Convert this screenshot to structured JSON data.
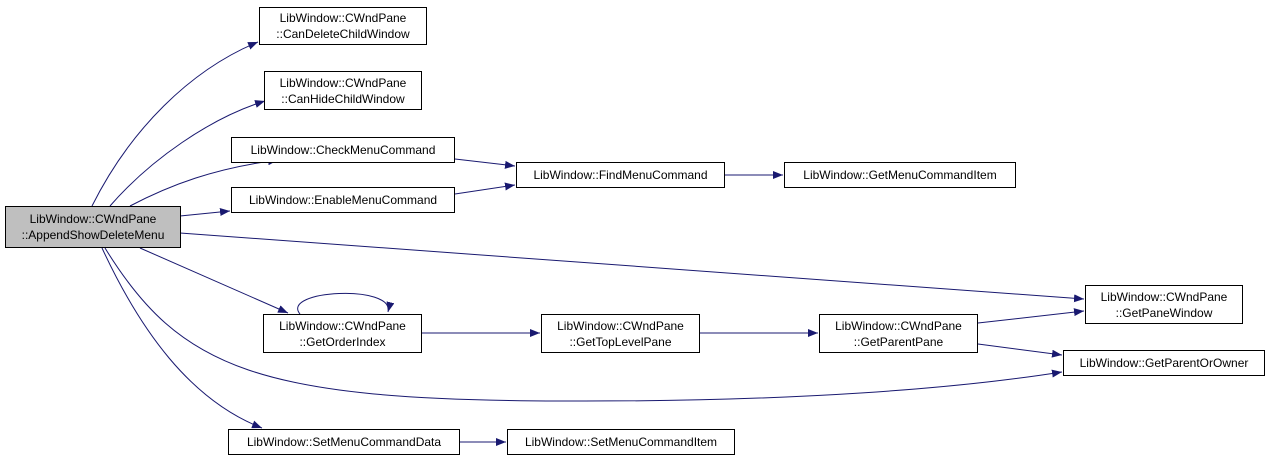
{
  "colors": {
    "edge": "#191970",
    "root_fill": "#bfbfbf",
    "node_fill": "#ffffff",
    "border": "#000000"
  },
  "nodes": {
    "append_show_delete_menu": {
      "line1": "LibWindow::CWndPane",
      "line2": "::AppendShowDeleteMenu"
    },
    "can_delete_child_window": {
      "line1": "LibWindow::CWndPane",
      "line2": "::CanDeleteChildWindow"
    },
    "can_hide_child_window": {
      "line1": "LibWindow::CWndPane",
      "line2": "::CanHideChildWindow"
    },
    "check_menu_command": {
      "line1": "LibWindow::CheckMenuCommand"
    },
    "enable_menu_command": {
      "line1": "LibWindow::EnableMenuCommand"
    },
    "find_menu_command": {
      "line1": "LibWindow::FindMenuCommand"
    },
    "get_menu_command_item": {
      "line1": "LibWindow::GetMenuCommandItem"
    },
    "get_pane_window": {
      "line1": "LibWindow::CWndPane",
      "line2": "::GetPaneWindow"
    },
    "get_order_index": {
      "line1": "LibWindow::CWndPane",
      "line2": "::GetOrderIndex"
    },
    "get_top_level_pane": {
      "line1": "LibWindow::CWndPane",
      "line2": "::GetTopLevelPane"
    },
    "get_parent_pane": {
      "line1": "LibWindow::CWndPane",
      "line2": "::GetParentPane"
    },
    "get_parent_or_owner": {
      "line1": "LibWindow::GetParentOrOwner"
    },
    "set_menu_command_data": {
      "line1": "LibWindow::SetMenuCommandData"
    },
    "set_menu_command_item": {
      "line1": "LibWindow::SetMenuCommandItem"
    }
  }
}
